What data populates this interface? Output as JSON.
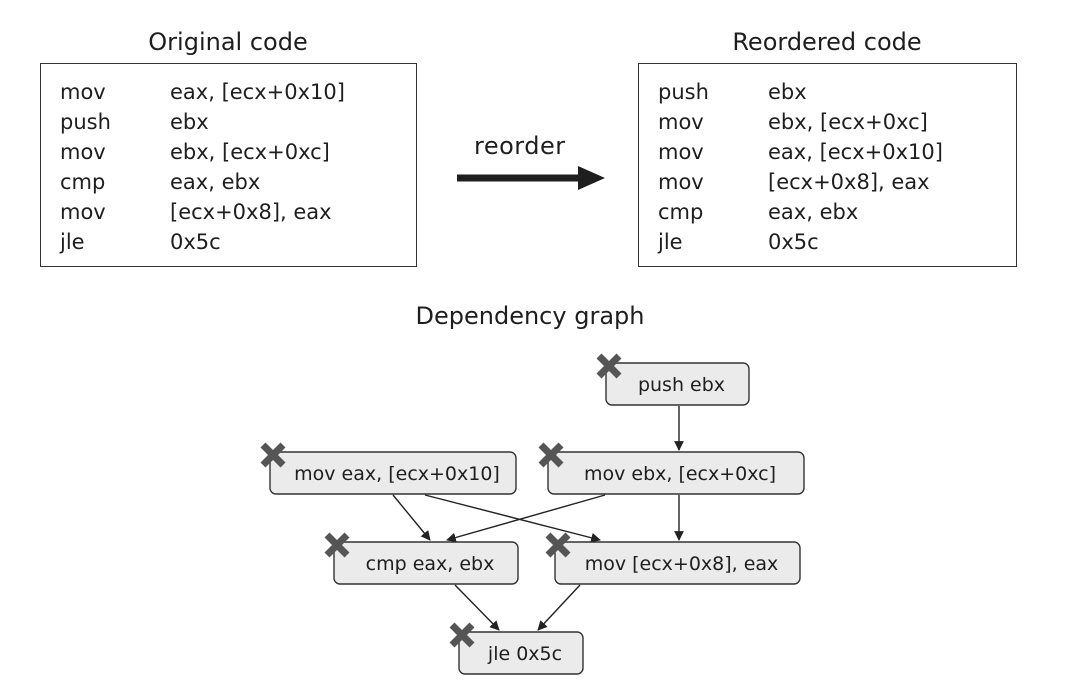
{
  "original": {
    "title": "Original code",
    "rows": [
      {
        "op": "mov",
        "args": "eax, [ecx+0x10]"
      },
      {
        "op": "push",
        "args": "ebx"
      },
      {
        "op": "mov",
        "args": "ebx, [ecx+0xc]"
      },
      {
        "op": "cmp",
        "args": "eax, ebx"
      },
      {
        "op": "mov",
        "args": "[ecx+0x8], eax"
      },
      {
        "op": "jle",
        "args": "0x5c"
      }
    ]
  },
  "reordered": {
    "title": "Reordered code",
    "rows": [
      {
        "op": "push",
        "args": "ebx"
      },
      {
        "op": "mov",
        "args": "ebx, [ecx+0xc]"
      },
      {
        "op": "mov",
        "args": "eax, [ecx+0x10]"
      },
      {
        "op": "mov",
        "args": "[ecx+0x8], eax"
      },
      {
        "op": "cmp",
        "args": "eax, ebx"
      },
      {
        "op": "jle",
        "args": "0x5c"
      }
    ]
  },
  "arrow_label": "reorder",
  "graph": {
    "title": "Dependency graph",
    "nodes": [
      {
        "id": "push",
        "label": "push ebx"
      },
      {
        "id": "moveax",
        "label": "mov eax, [ecx+0x10]"
      },
      {
        "id": "movebx",
        "label": "mov ebx, [ecx+0xc]"
      },
      {
        "id": "cmp",
        "label": "cmp eax, ebx"
      },
      {
        "id": "movmem",
        "label": "mov [ecx+0x8], eax"
      },
      {
        "id": "jle",
        "label": "jle 0x5c"
      }
    ],
    "edges": [
      {
        "from": "push",
        "to": "movebx"
      },
      {
        "from": "moveax",
        "to": "cmp"
      },
      {
        "from": "moveax",
        "to": "movmem"
      },
      {
        "from": "movebx",
        "to": "cmp"
      },
      {
        "from": "movebx",
        "to": "movmem"
      },
      {
        "from": "cmp",
        "to": "jle"
      },
      {
        "from": "movmem",
        "to": "jle"
      }
    ],
    "marker_icon": "x-mark-icon",
    "colors": {
      "node_fill": "#ebebeb",
      "node_border": "#333333",
      "marker": "#555555"
    }
  }
}
